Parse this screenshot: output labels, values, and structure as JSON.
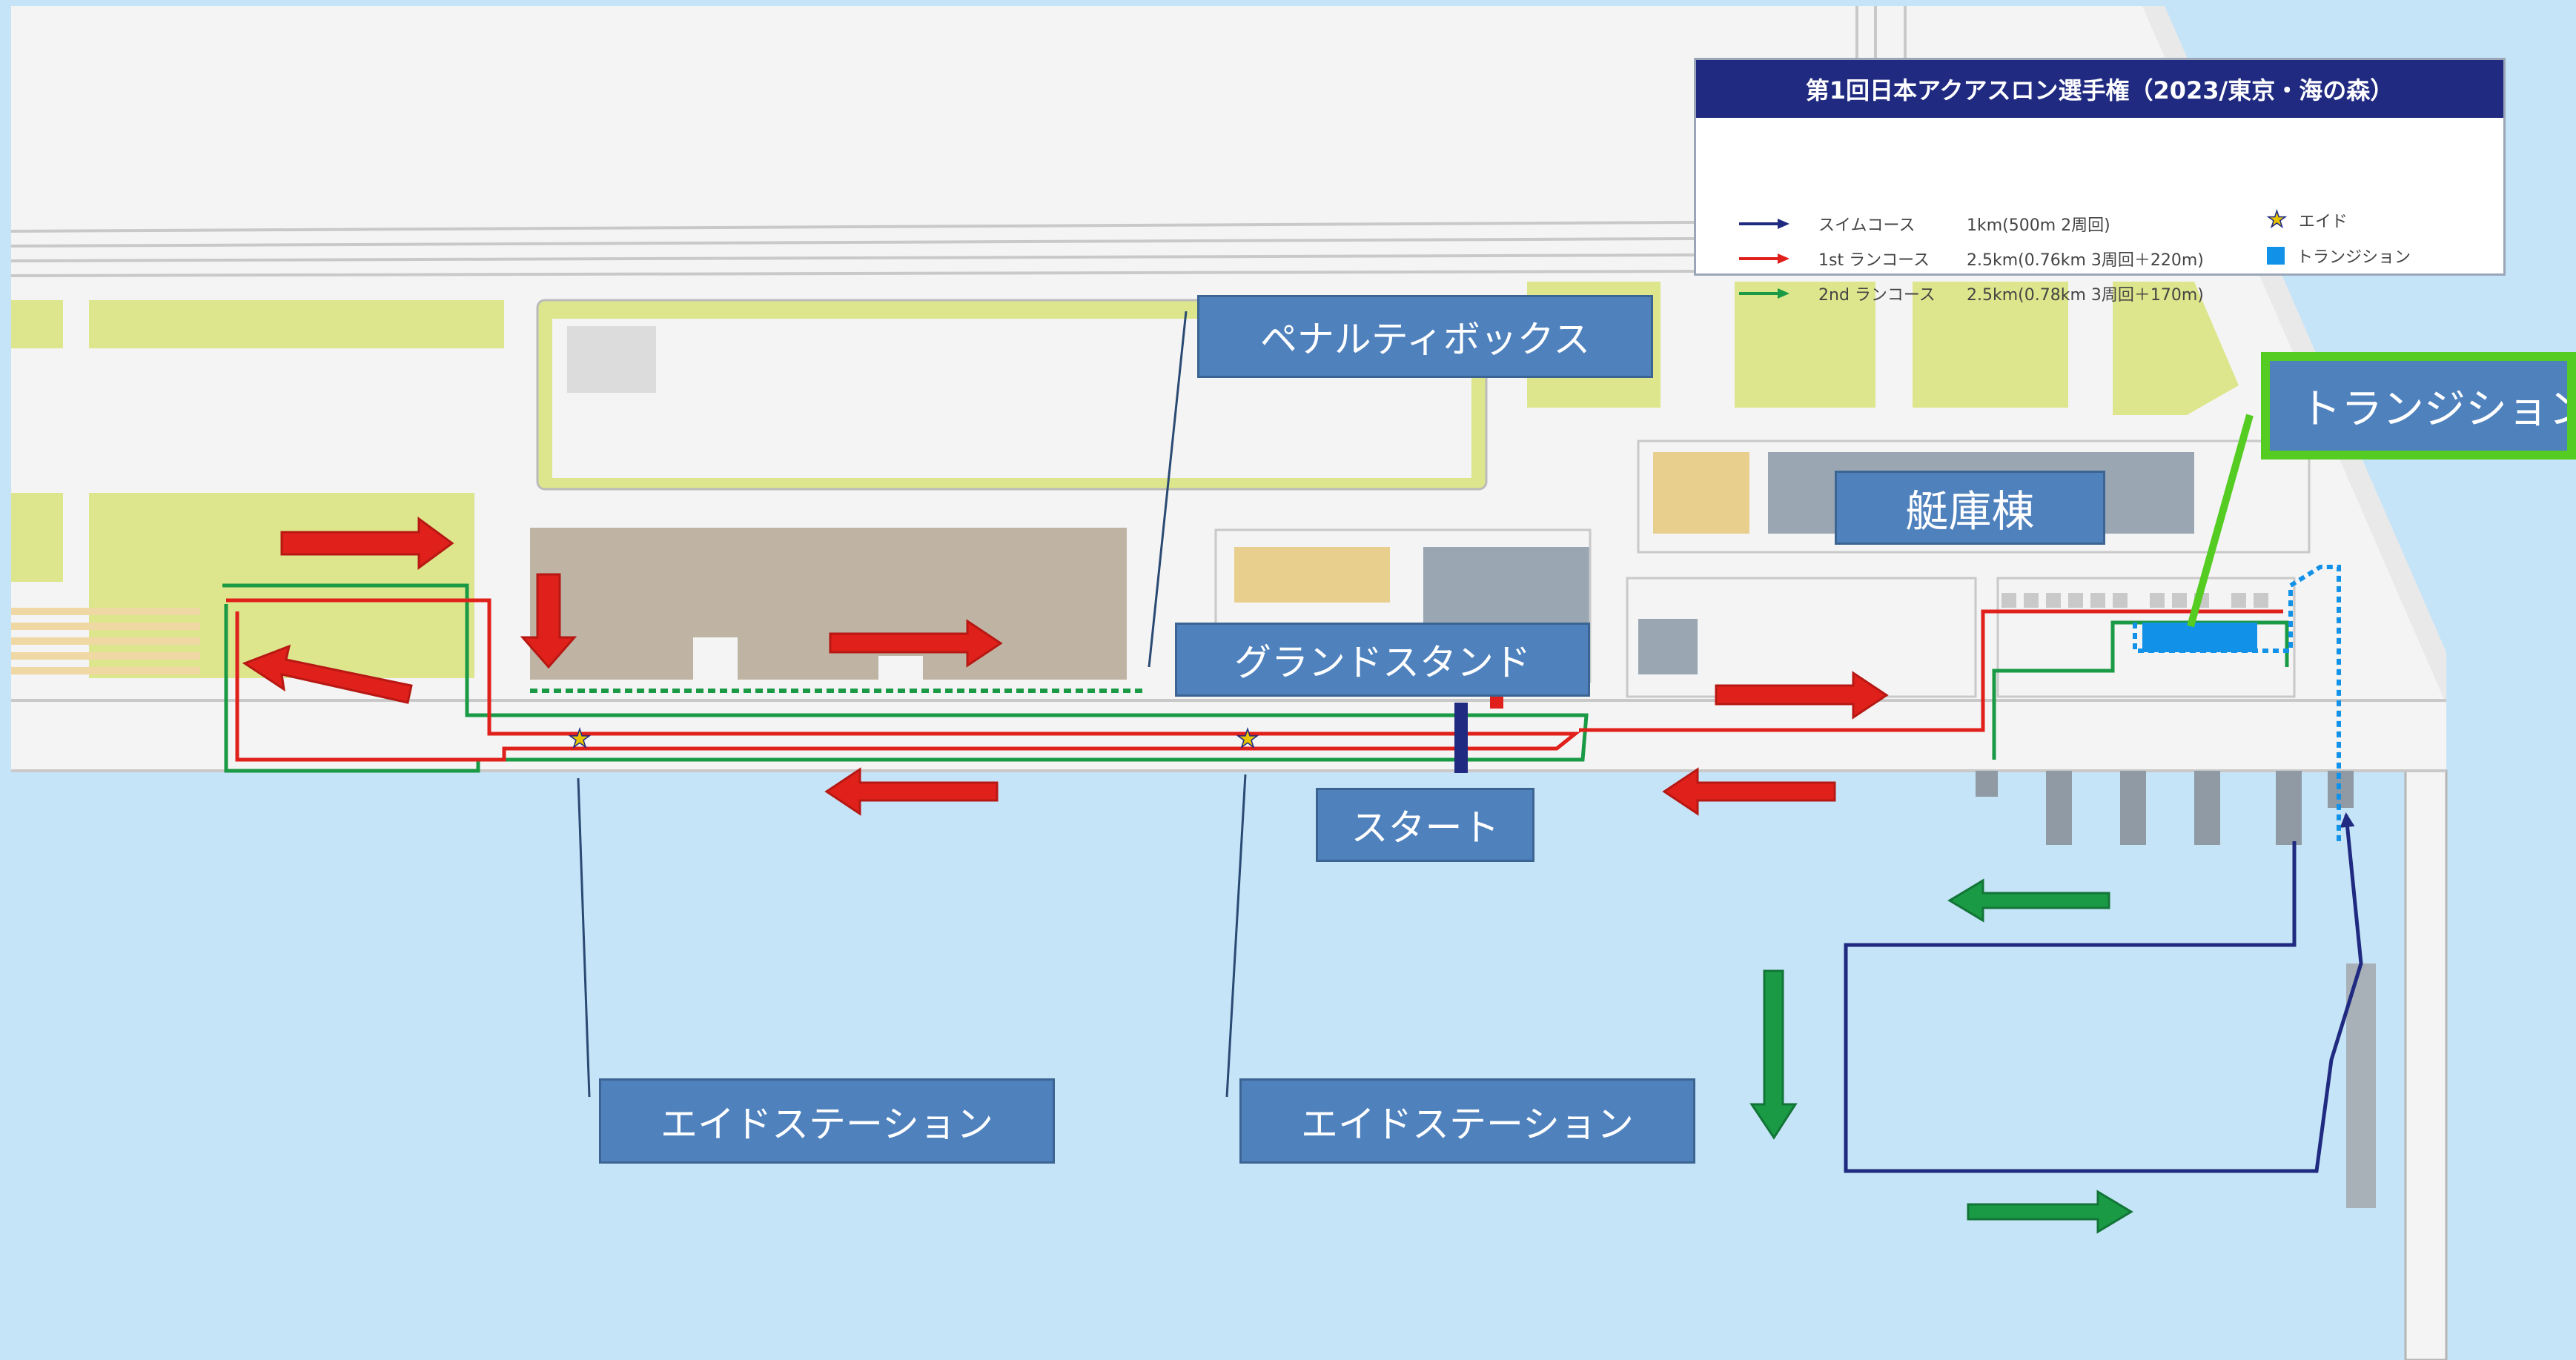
{
  "legend": {
    "title": "第1回日本アクアスロン選手権（2023/東京・海の森）",
    "rows": [
      {
        "name": "スイムコース",
        "desc": "1km(500m 2周回)",
        "color": "#1f2a80"
      },
      {
        "name": "1st ランコース",
        "desc": "2.5km(0.76km 3周回＋220m)",
        "color": "#e0201b"
      },
      {
        "name": "2nd ランコース",
        "desc": "2.5km(0.78km 3周回＋170m)",
        "color": "#1a9a45"
      }
    ],
    "aid_label": "エイド",
    "transition_label": "トランジション"
  },
  "labels": {
    "penalty_box": "ペナルティボックス",
    "boathouse": "艇庫棟",
    "transition": "トランジション",
    "grandstand": "グランドスタンド",
    "start": "スタート",
    "aid_station_left": "エイドステーション",
    "aid_station_right": "エイドステーション"
  },
  "colors": {
    "water": "#c6e4f7",
    "land": "#f4f4f4",
    "green_area": "#dde68c",
    "building_brown": "#bfb4a4",
    "building_gray": "#9aa7b3",
    "building_sand": "#e8cf8e",
    "run1": "#e0201b",
    "run2": "#1a9a45",
    "swim": "#1f2a80",
    "transition_area": "#1192e8",
    "label_bg": "#4f81bd"
  }
}
